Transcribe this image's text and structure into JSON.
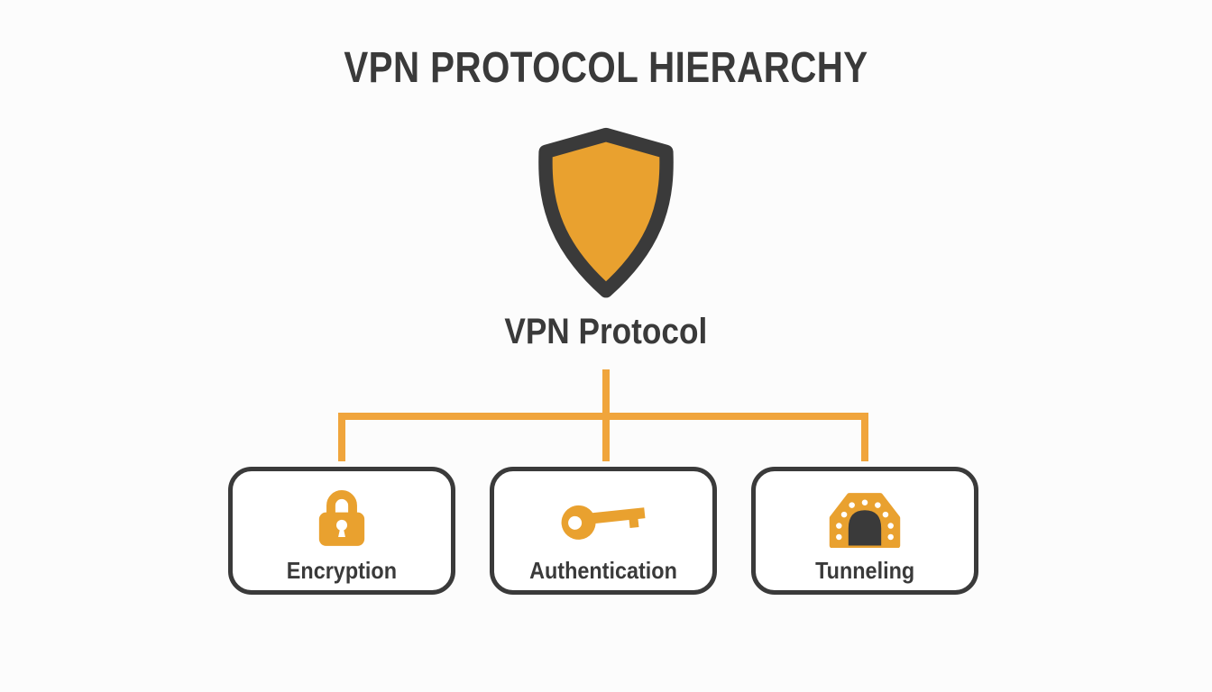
{
  "title": "VPN PROTOCOL HIERARCHY",
  "root": {
    "label": "VPN Protocol",
    "icon": "shield-icon"
  },
  "nodes": [
    {
      "label": "Encryption",
      "icon": "lock-icon"
    },
    {
      "label": "Authentication",
      "icon": "key-icon"
    },
    {
      "label": "Tunneling",
      "icon": "tunnel-icon"
    }
  ],
  "colors": {
    "accent": "#E9A12F",
    "line": "#F0A53C",
    "dark": "#3A3A3A",
    "bg": "#FCFCFC",
    "box-bg": "#FFFFFF"
  }
}
